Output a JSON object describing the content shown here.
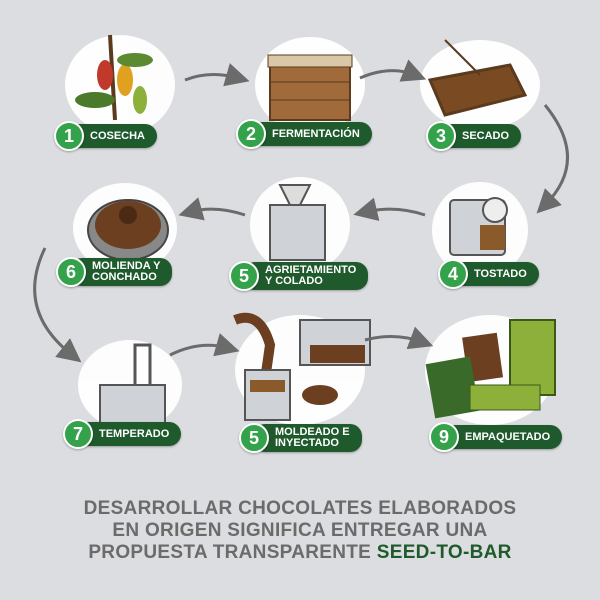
{
  "steps": [
    {
      "number": "1",
      "label": "COSECHA"
    },
    {
      "number": "2",
      "label": "FERMENTACIÓN"
    },
    {
      "number": "3",
      "label": "SECADO"
    },
    {
      "number": "4",
      "label": "TOSTADO"
    },
    {
      "number": "5",
      "label_line1": "AGRIETAMIENTO",
      "label_line2": "Y COLADO"
    },
    {
      "number": "6",
      "label_line1": "MOLIENDA Y",
      "label_line2": "CONCHADO"
    },
    {
      "number": "7",
      "label": "TEMPERADO"
    },
    {
      "number": "5",
      "label_line1": "MOLDEADO E",
      "label_line2": "INYECTADO"
    },
    {
      "number": "9",
      "label": "EMPAQUETADO"
    }
  ],
  "footer": {
    "line1": "DESARROLLAR CHOCOLATES ELABORADOS",
    "line2": "EN ORIGEN SIGNIFICA ENTREGAR UNA",
    "line3": "PROPUESTA TRANSPARENTE",
    "highlight": "SEED-TO-BAR"
  },
  "colors": {
    "background": "#dcdde0",
    "pill": "#1e5a2c",
    "badge": "#33a24a",
    "arrow": "#6b6b6b",
    "text": "#6b6b6b"
  }
}
